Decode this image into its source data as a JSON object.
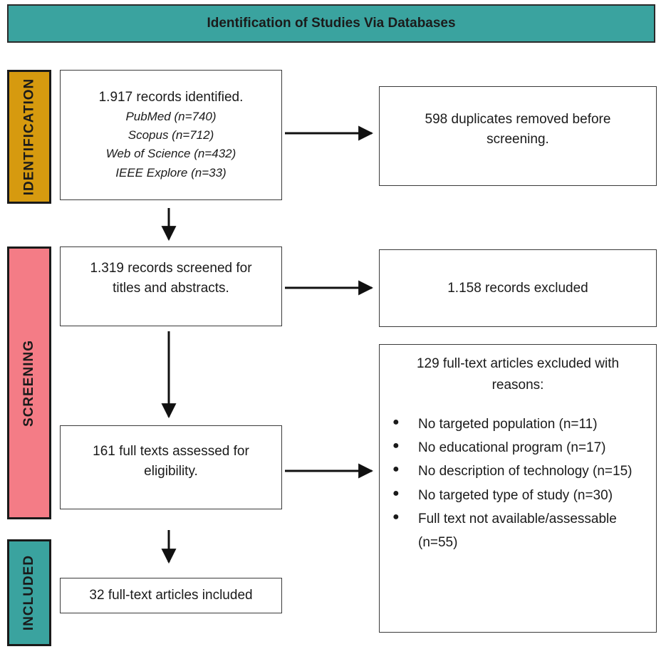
{
  "header": {
    "title": "Identification of Studies Via Databases"
  },
  "phases": {
    "identification": "IDENTIFICATION",
    "screening": "SCREENING",
    "included": "INCLUDED"
  },
  "identification": {
    "records_identified": "1.917 records identified.",
    "sources": [
      "PubMed (n=740)",
      "Scopus (n=712)",
      "Web of Science (n=432)",
      "IEEE Explore (n=33)"
    ],
    "duplicates_line1": "598 duplicates removed before",
    "duplicates_line2": "screening."
  },
  "screening": {
    "screened_line1": "1.319 records screened for",
    "screened_line2": "titles and abstracts.",
    "excluded": "1.158 records excluded",
    "assessed_line1": "161 full texts assessed for",
    "assessed_line2": "eligibility.",
    "reasons_title_line1": "129 full-text articles excluded with",
    "reasons_title_line2": "reasons:",
    "reasons": [
      "No targeted population (n=11)",
      "No educational program (n=17)",
      "No description of technology (n=15)",
      "No targeted type of study (n=30)",
      "Full text not available/assessable (n=55)"
    ]
  },
  "included": {
    "label": "32 full-text articles included"
  }
}
